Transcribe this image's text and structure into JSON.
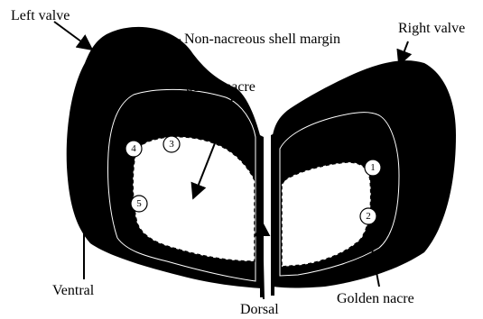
{
  "labels": {
    "left_valve": "Left valve",
    "right_valve": "Right valve",
    "non_nacreous_margin": "Non-nacreous shell margin",
    "silver_nacre": "Silver nacre",
    "ventral": "Ventral",
    "dorsal": "Dorsal",
    "golden_nacre": "Golden nacre"
  },
  "sample_points": [
    "1",
    "2",
    "3",
    "4",
    "5"
  ],
  "colors": {
    "shell": "#000000",
    "background": "#ffffff",
    "nacre_fill": "#ffffff"
  }
}
